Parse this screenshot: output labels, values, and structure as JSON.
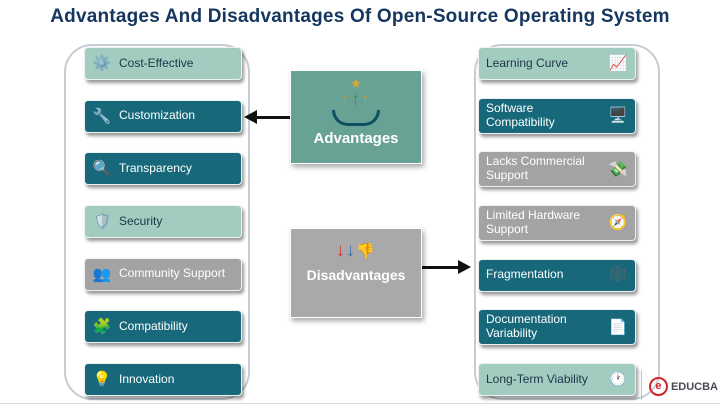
{
  "title": "Advantages And Disadvantages Of Open-Source Operating System",
  "palette": {
    "title_navy": "#15365F",
    "dark_teal": "#16687A",
    "light_teal": "#A3CCC0",
    "gray": "#A3A3A3",
    "advantages_green": "#68A295",
    "disadvantages_gray": "#A9A9A9",
    "arrow_black": "#111111",
    "logo_red": "#D3232A"
  },
  "center": {
    "advantages": {
      "label": "Advantages",
      "icon": {
        "star": "★",
        "arrows": [
          "↑",
          "↑",
          "↑"
        ]
      }
    },
    "disadvantages": {
      "label": "Disadvantages",
      "icon": {
        "arrows": [
          "↓",
          "↓",
          "👎"
        ]
      }
    }
  },
  "advantages": {
    "items": [
      {
        "label": "Cost-Effective",
        "glyph": "⚙️",
        "variant": "light"
      },
      {
        "label": "Customization",
        "glyph": "🔧",
        "variant": "dark"
      },
      {
        "label": "Transparency",
        "glyph": "🔍",
        "variant": "dark"
      },
      {
        "label": "Security",
        "glyph": "🛡️",
        "variant": "light"
      },
      {
        "label": "Community Support",
        "glyph": "👥",
        "variant": "gray"
      },
      {
        "label": "Compatibility",
        "glyph": "🧩",
        "variant": "dark"
      },
      {
        "label": "Innovation",
        "glyph": "💡",
        "variant": "dark"
      }
    ]
  },
  "disadvantages": {
    "items": [
      {
        "label": "Learning Curve",
        "glyph": "📈",
        "variant": "light"
      },
      {
        "label": "Software Compatibility",
        "glyph": "🖥️",
        "variant": "dark"
      },
      {
        "label": "Lacks Commercial Support",
        "glyph": "💸",
        "variant": "gray"
      },
      {
        "label": "Limited Hardware Support",
        "glyph": "🧭",
        "variant": "gray"
      },
      {
        "label": "Fragmentation",
        "glyph": "🕸️",
        "variant": "dark"
      },
      {
        "label": "Documentation Variability",
        "glyph": "📄",
        "variant": "dark"
      },
      {
        "label": "Long-Term Viability",
        "glyph": "🕐",
        "variant": "light"
      }
    ]
  },
  "logo": {
    "mark": "e",
    "text": "EDUCBA"
  }
}
